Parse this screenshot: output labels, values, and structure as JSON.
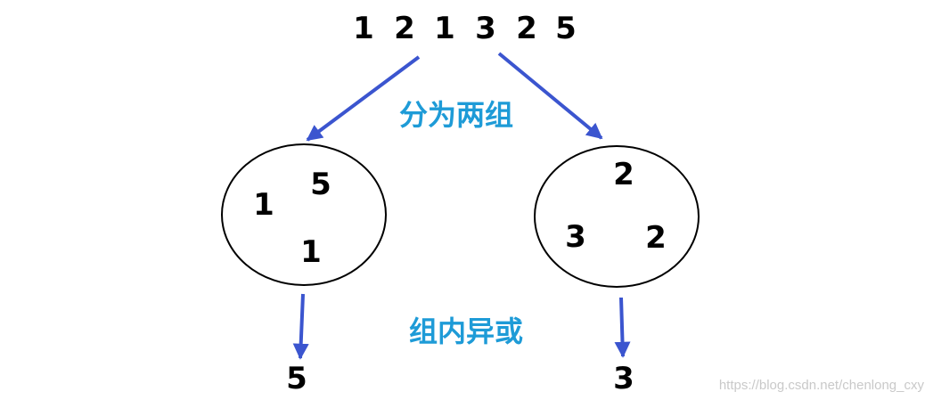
{
  "sequence": [
    "1",
    "2",
    "1",
    "3",
    "2",
    "5"
  ],
  "split_label": "分为两组",
  "xor_label": "组内异或",
  "groups": [
    {
      "elements": [
        "5",
        "1",
        "1"
      ],
      "result": "5"
    },
    {
      "elements": [
        "2",
        "3",
        "2"
      ],
      "result": "3"
    }
  ],
  "watermark": "https://blog.csdn.net/chenlong_cxy",
  "colors": {
    "label": "#1e9bd7",
    "arrow": "#3b55cf",
    "stroke": "#000000"
  }
}
